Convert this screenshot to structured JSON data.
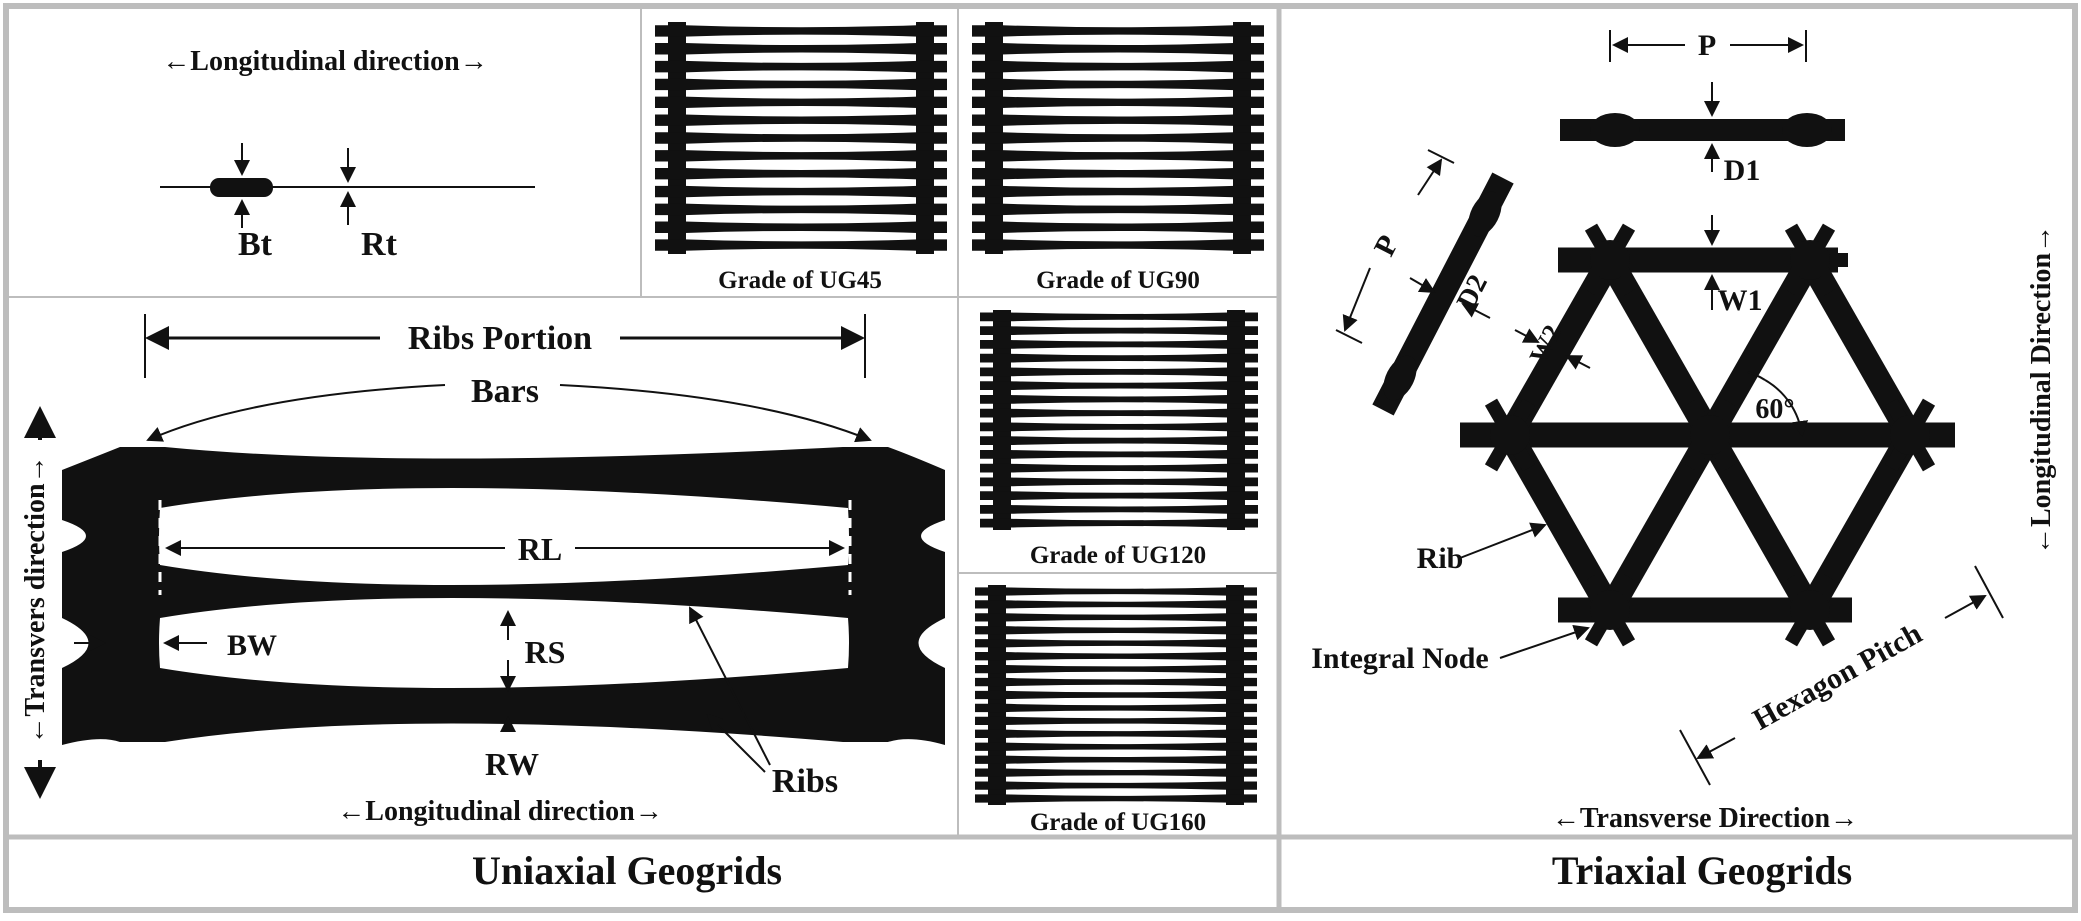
{
  "labels": {
    "top_longitudinal": "←Longitudinal direction→",
    "bt": "Bt",
    "rt": "Rt",
    "ribs_portion": "Ribs Portion",
    "bars": "Bars",
    "transvers_direction": "←Transvers direction→",
    "rl": "RL",
    "bw": "BW",
    "rs": "RS",
    "rw": "RW",
    "ribs": "Ribs",
    "bottom_longitudinal": "←Longitudinal direction→"
  },
  "grades": {
    "ug45": "Grade of UG45",
    "ug90": "Grade of UG90",
    "ug120": "Grade of UG120",
    "ug160": "Grade of UG160"
  },
  "triaxial": {
    "p_top": "P",
    "d1": "D1",
    "p_left": "P",
    "d2": "D2",
    "w1": "W1",
    "w2": "W2",
    "angle": "60°",
    "rib": "Rib",
    "integral_node": "Integral Node",
    "hexagon_pitch": "Hexagon Pitch",
    "longitudinal_direction": "←Longitudinal Direction→",
    "transverse_direction": "←Transverse Direction→"
  },
  "footer": {
    "uniaxial": "Uniaxial Geogrids",
    "triaxial": "Triaxial Geogrids"
  },
  "colors": {
    "ink": "#111111",
    "frame": "#bdbdbd",
    "background": "#ffffff"
  }
}
